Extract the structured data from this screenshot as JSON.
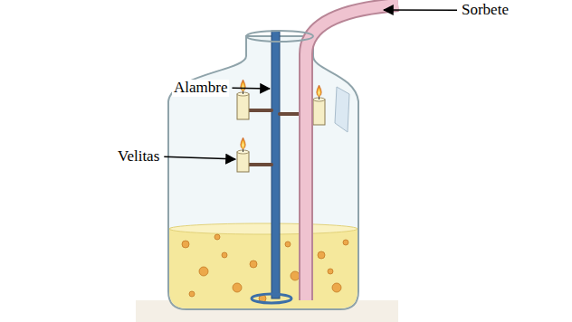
{
  "diagram": {
    "labels": [
      "Sorbete",
      "Alambre",
      "Velitas"
    ]
  }
}
